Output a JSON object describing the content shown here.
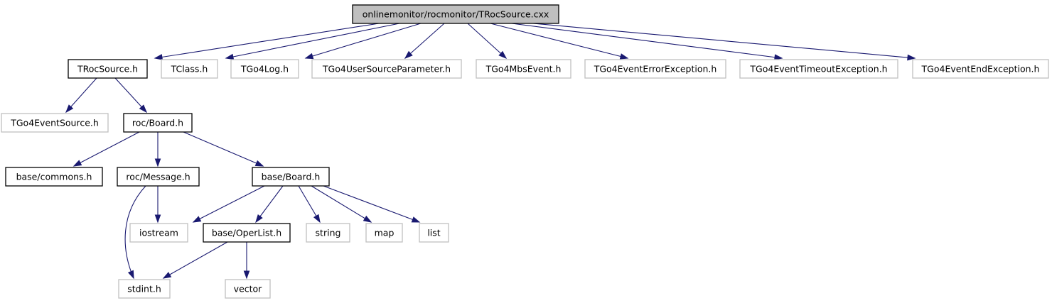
{
  "graph": {
    "nodes": {
      "trocsource_cxx": {
        "label": "onlinemonitor/rocmonitor/TRocSource.cxx",
        "kind": "root"
      },
      "trocsource_h": {
        "label": "TRocSource.h",
        "kind": "documented"
      },
      "tclass_h": {
        "label": "TClass.h",
        "kind": "external"
      },
      "tgo4log_h": {
        "label": "TGo4Log.h",
        "kind": "external"
      },
      "tgo4usersourceparameter_h": {
        "label": "TGo4UserSourceParameter.h",
        "kind": "external"
      },
      "tgo4mbsevent_h": {
        "label": "TGo4MbsEvent.h",
        "kind": "external"
      },
      "tgo4eventerrorexception_h": {
        "label": "TGo4EventErrorException.h",
        "kind": "external"
      },
      "tgo4eventtimeoutexception_h": {
        "label": "TGo4EventTimeoutException.h",
        "kind": "external"
      },
      "tgo4eventendexception_h": {
        "label": "TGo4EventEndException.h",
        "kind": "external"
      },
      "tgo4eventsource_h": {
        "label": "TGo4EventSource.h",
        "kind": "external"
      },
      "roc_board_h": {
        "label": "roc/Board.h",
        "kind": "documented"
      },
      "base_commons_h": {
        "label": "base/commons.h",
        "kind": "documented"
      },
      "roc_message_h": {
        "label": "roc/Message.h",
        "kind": "documented"
      },
      "base_board_h": {
        "label": "base/Board.h",
        "kind": "documented"
      },
      "iostream": {
        "label": "iostream",
        "kind": "external"
      },
      "base_operlist_h": {
        "label": "base/OperList.h",
        "kind": "documented"
      },
      "string": {
        "label": "string",
        "kind": "external"
      },
      "map": {
        "label": "map",
        "kind": "external"
      },
      "list": {
        "label": "list",
        "kind": "external"
      },
      "stdint_h": {
        "label": "stdint.h",
        "kind": "external"
      },
      "vector": {
        "label": "vector",
        "kind": "external"
      }
    },
    "edges": [
      [
        "trocsource_cxx",
        "trocsource_h"
      ],
      [
        "trocsource_cxx",
        "tclass_h"
      ],
      [
        "trocsource_cxx",
        "tgo4log_h"
      ],
      [
        "trocsource_cxx",
        "tgo4usersourceparameter_h"
      ],
      [
        "trocsource_cxx",
        "tgo4mbsevent_h"
      ],
      [
        "trocsource_cxx",
        "tgo4eventerrorexception_h"
      ],
      [
        "trocsource_cxx",
        "tgo4eventtimeoutexception_h"
      ],
      [
        "trocsource_cxx",
        "tgo4eventendexception_h"
      ],
      [
        "trocsource_h",
        "tgo4eventsource_h"
      ],
      [
        "trocsource_h",
        "roc_board_h"
      ],
      [
        "roc_board_h",
        "base_commons_h"
      ],
      [
        "roc_board_h",
        "roc_message_h"
      ],
      [
        "roc_board_h",
        "base_board_h"
      ],
      [
        "roc_message_h",
        "iostream"
      ],
      [
        "roc_message_h",
        "stdint_h"
      ],
      [
        "base_board_h",
        "iostream"
      ],
      [
        "base_board_h",
        "base_operlist_h"
      ],
      [
        "base_board_h",
        "string"
      ],
      [
        "base_board_h",
        "map"
      ],
      [
        "base_board_h",
        "list"
      ],
      [
        "base_operlist_h",
        "stdint_h"
      ],
      [
        "base_operlist_h",
        "vector"
      ]
    ]
  },
  "colors": {
    "edge": "#191970",
    "documented_border": "#000000",
    "external_border": "#bfbfbf",
    "root_fill": "#bfbfbf"
  }
}
